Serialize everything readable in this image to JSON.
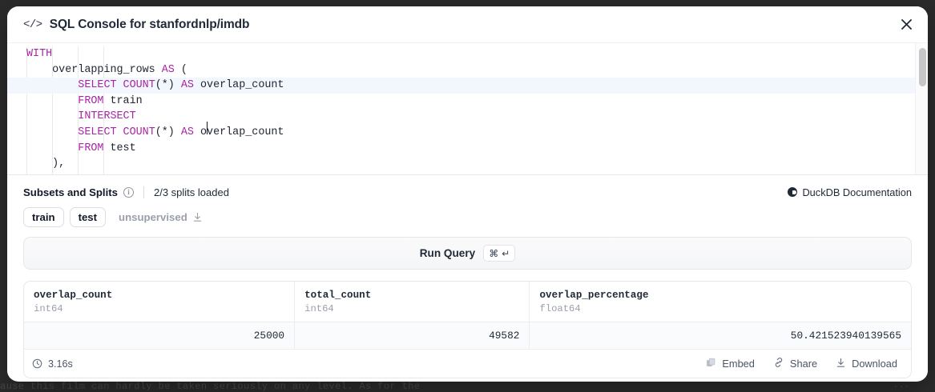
{
  "background": {
    "page_text": "ause this film can hardly be taken seriously on any level. As for the",
    "page_text_right": "..."
  },
  "modal": {
    "icon": "code-brackets-icon",
    "title": "SQL Console for stanfordnlp/imdb",
    "close_label": "✕"
  },
  "editor": {
    "lines": [
      [
        {
          "t": "WITH",
          "c": "kw"
        }
      ],
      [
        {
          "t": "    overlapping_rows ",
          "c": "ident"
        },
        {
          "t": "AS",
          "c": "kw"
        },
        {
          "t": " (",
          "c": "punct"
        }
      ],
      [
        {
          "t": "        ",
          "c": "ident"
        },
        {
          "t": "SELECT COUNT",
          "c": "kw"
        },
        {
          "t": "(*) ",
          "c": "punct"
        },
        {
          "t": "AS",
          "c": "kw"
        },
        {
          "t": " overlap_count",
          "c": "ident"
        }
      ],
      [
        {
          "t": "        ",
          "c": "ident"
        },
        {
          "t": "FROM",
          "c": "kw"
        },
        {
          "t": " train",
          "c": "ident"
        }
      ],
      [
        {
          "t": "        ",
          "c": "ident"
        },
        {
          "t": "INTERSECT",
          "c": "kw"
        }
      ],
      [
        {
          "t": "        ",
          "c": "ident"
        },
        {
          "t": "SELECT COUNT",
          "c": "kw"
        },
        {
          "t": "(*) ",
          "c": "punct"
        },
        {
          "t": "AS",
          "c": "kw"
        },
        {
          "t": " overlap_count",
          "c": "ident"
        }
      ],
      [
        {
          "t": "        ",
          "c": "ident"
        },
        {
          "t": "FROM",
          "c": "kw"
        },
        {
          "t": " test",
          "c": "ident"
        }
      ],
      [
        {
          "t": "    ),",
          "c": "punct"
        }
      ]
    ],
    "active_line_index": 2,
    "scrollbar": "vertical-scrollbar"
  },
  "subsets": {
    "label": "Subsets and Splits",
    "info_icon": "i",
    "splits_loaded": "2/3 splits loaded",
    "duckdb_link": "DuckDB Documentation",
    "chips": [
      {
        "label": "train",
        "state": "selected",
        "has_download": false
      },
      {
        "label": "test",
        "state": "selected",
        "has_download": false
      },
      {
        "label": "unsupervised",
        "state": "unloaded",
        "has_download": true
      }
    ]
  },
  "run_query": {
    "label": "Run Query",
    "shortcut_cmd": "⌘",
    "shortcut_enter": "↵"
  },
  "results": {
    "columns": [
      {
        "name": "overlap_count",
        "type": "int64"
      },
      {
        "name": "total_count",
        "type": "int64"
      },
      {
        "name": "overlap_percentage",
        "type": "float64"
      }
    ],
    "rows": [
      [
        "25000",
        "49582",
        "50.421523940139565"
      ]
    ],
    "footer": {
      "duration": "3.16s",
      "actions": [
        {
          "label": "Embed",
          "icon": "copy-icon"
        },
        {
          "label": "Share",
          "icon": "link-icon"
        },
        {
          "label": "Download",
          "icon": "download-icon"
        }
      ]
    }
  },
  "colors": {
    "keyword": "#a626a4",
    "active_line": "#f2f7fd",
    "modal_bg": "#ffffff",
    "muted_text": "#9aa0ab"
  }
}
